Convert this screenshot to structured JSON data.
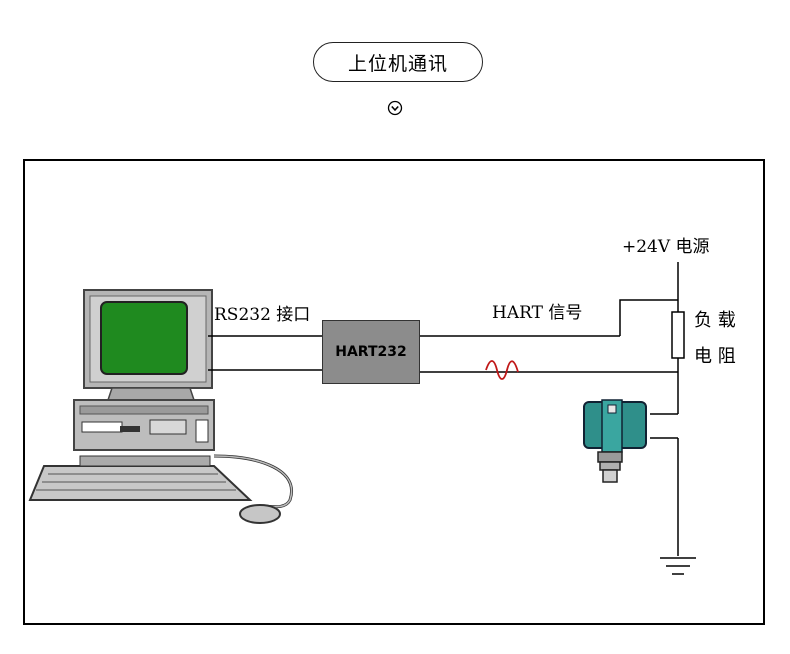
{
  "header": {
    "title": "上位机通讯",
    "chevron_icon": "chevron-down-circle-icon"
  },
  "diagram": {
    "rs232_label": "RS232 接口",
    "converter_label": "HART232",
    "hart_signal_label": "HART 信号",
    "power_label": "+24V 电源",
    "load_label_line1": "负 载",
    "load_label_line2": "电 阻",
    "colors": {
      "screen": "#1f8a1f",
      "transmitter": "#2f8f8a",
      "signal_wave": "#c01818",
      "converter": "#8c8c8c"
    }
  }
}
